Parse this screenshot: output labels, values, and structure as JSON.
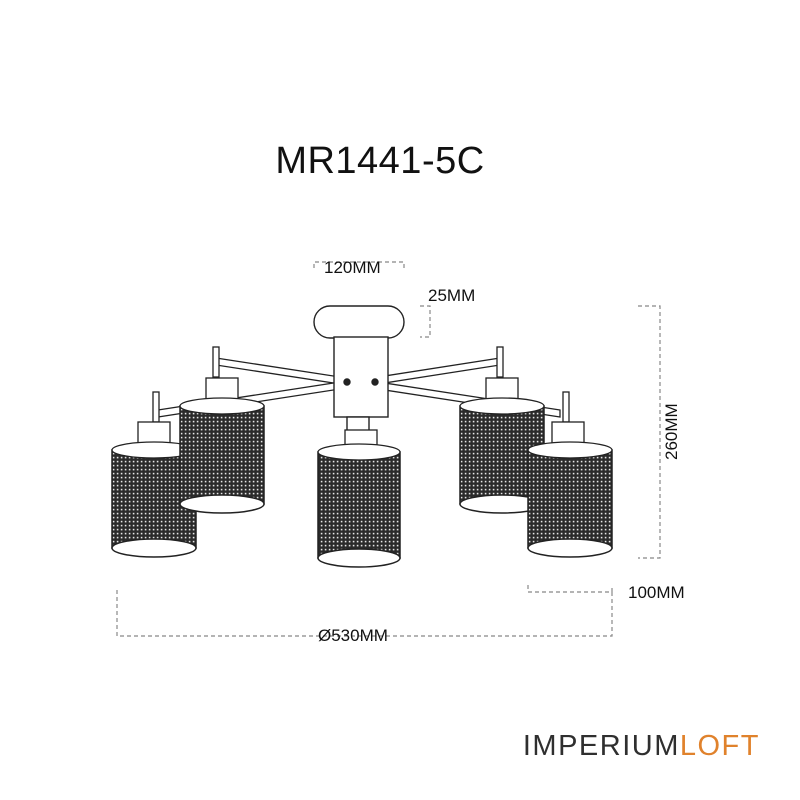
{
  "title": "MR1441-5C",
  "dimensions": {
    "canopy_diameter": "120MM",
    "canopy_height": "25MM",
    "total_height": "260MM",
    "shade_offset": "100MM",
    "total_diameter": "Ø530MM"
  },
  "brand": {
    "part1": "IMPERIUM",
    "part2": "LOFT",
    "color1": "#2f2f2f",
    "color2": "#e0822c"
  },
  "colors": {
    "line": "#222222",
    "dim_line": "#888888",
    "shade_fill": "#2a2a2a"
  }
}
